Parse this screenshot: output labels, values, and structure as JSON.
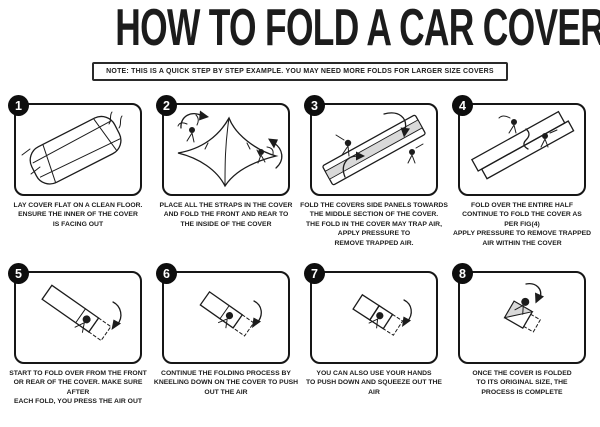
{
  "header": {
    "title": "HOW TO FOLD A CAR COVER",
    "note": "NOTE: THIS IS A QUICK STEP BY STEP EXAMPLE. YOU MAY NEED MORE FOLDS FOR LARGER SIZE COVERS"
  },
  "colors": {
    "ink": "#1c1c1c",
    "cover_fill": "#d9d9d9",
    "background": "#ffffff",
    "badge_background": "#0e0e0e",
    "badge_text": "#ffffff"
  },
  "steps": [
    {
      "number": "1",
      "illustration": "cover-laid-flat",
      "caption": "LAY COVER FLAT ON A CLEAN FLOOR.\nENSURE THE INNER OF THE COVER\nIS FACING OUT"
    },
    {
      "number": "2",
      "illustration": "front-and-rear-folded-in",
      "caption": "PLACE ALL THE STRAPS IN THE COVER\nAND FOLD THE FRONT AND REAR TO\nTHE INSIDE OF THE COVER"
    },
    {
      "number": "3",
      "illustration": "side-panels-folded-to-middle",
      "caption": "FOLD THE COVERS SIDE PANELS TOWARDS\nTHE MIDDLE SECTION OF THE COVER.\nTHE FOLD IN THE COVER MAY TRAP AIR,\nAPPLY PRESSURE TO\nREMOVE TRAPPED AIR."
    },
    {
      "number": "4",
      "illustration": "entire-half-folded-strip",
      "caption": "FOLD OVER THE ENTIRE HALF\nCONTINUE TO FOLD THE COVER AS\nPER FIG(4)\nAPPLY PRESSURE TO REMOVE TRAPPED\nAIR WITHIN THE COVER"
    },
    {
      "number": "5",
      "illustration": "fold-over-from-end",
      "caption": "START TO FOLD OVER FROM THE FRONT\nOR REAR OF THE COVER. MAKE SURE AFTER\nEACH FOLD, YOU PRESS THE AIR OUT"
    },
    {
      "number": "6",
      "illustration": "kneel-to-push-air-out",
      "caption": "CONTINUE THE FOLDING PROCESS BY\nKNEELING DOWN ON THE COVER TO PUSH\nOUT THE AIR"
    },
    {
      "number": "7",
      "illustration": "hands-squeeze-air-out",
      "caption": "YOU CAN ALSO USE YOUR HANDS\nTO PUSH DOWN AND SQUEEZE OUT THE AIR"
    },
    {
      "number": "8",
      "illustration": "folded-to-original-size",
      "caption": "ONCE THE COVER IS FOLDED\nTO ITS ORIGINAL SIZE, THE\nPROCESS IS COMPLETE"
    }
  ]
}
